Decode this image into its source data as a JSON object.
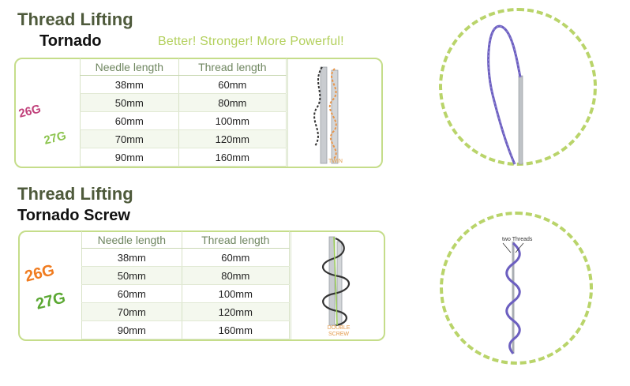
{
  "section1": {
    "title": "Thread Lifting",
    "subtitle": "Tornado",
    "tagline": "Better! Stronger! More Powerful!",
    "gauge_a": "26G",
    "gauge_b": "27G",
    "columns": [
      "Needle length",
      "Thread length"
    ],
    "rows": [
      [
        "38mm",
        "60mm"
      ],
      [
        "50mm",
        "80mm"
      ],
      [
        "60mm",
        "100mm"
      ],
      [
        "70mm",
        "120mm"
      ],
      [
        "90mm",
        "160mm"
      ]
    ],
    "illustration_caption": "TWIN"
  },
  "section2": {
    "title": "Thread Lifting",
    "subtitle": "Tornado Screw",
    "gauge_a": "26G",
    "gauge_b": "27G",
    "columns": [
      "Needle length",
      "Thread length"
    ],
    "rows": [
      [
        "38mm",
        "60mm"
      ],
      [
        "50mm",
        "80mm"
      ],
      [
        "60mm",
        "100mm"
      ],
      [
        "70mm",
        "120mm"
      ],
      [
        "90mm",
        "160mm"
      ]
    ],
    "illustration_caption_line1": "DOUBLE",
    "illustration_caption_line2": "SCREW",
    "circle_label": "two Threads"
  },
  "colors": {
    "heading": "#4e5a3b",
    "accent_green": "#b3d05d",
    "gauge_26g_1": "#c0407a",
    "gauge_27g_1": "#8cc44e",
    "gauge_26g_2": "#f07c20",
    "gauge_27g_2": "#5ba833",
    "thread_purple": "#6c5fc0",
    "thread_orange": "#e8954a"
  }
}
